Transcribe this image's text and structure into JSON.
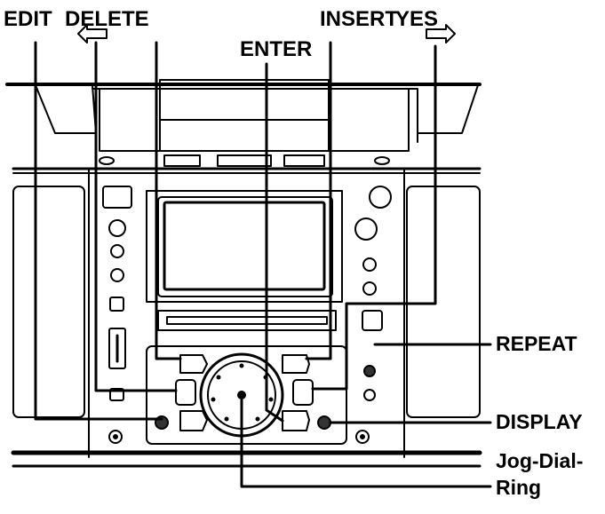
{
  "labels": {
    "edit": "EDIT",
    "delete": "DELETE",
    "enter": "ENTER",
    "insert": "INSERT",
    "yes": "YES",
    "repeat": "REPEAT",
    "display": "DISPLAY",
    "jog_dial_1": "Jog-Dial-",
    "jog_dial_2": "Ring"
  },
  "colors": {
    "line": "#000000",
    "fill": "#ffffff",
    "button_dark": "#333333"
  }
}
